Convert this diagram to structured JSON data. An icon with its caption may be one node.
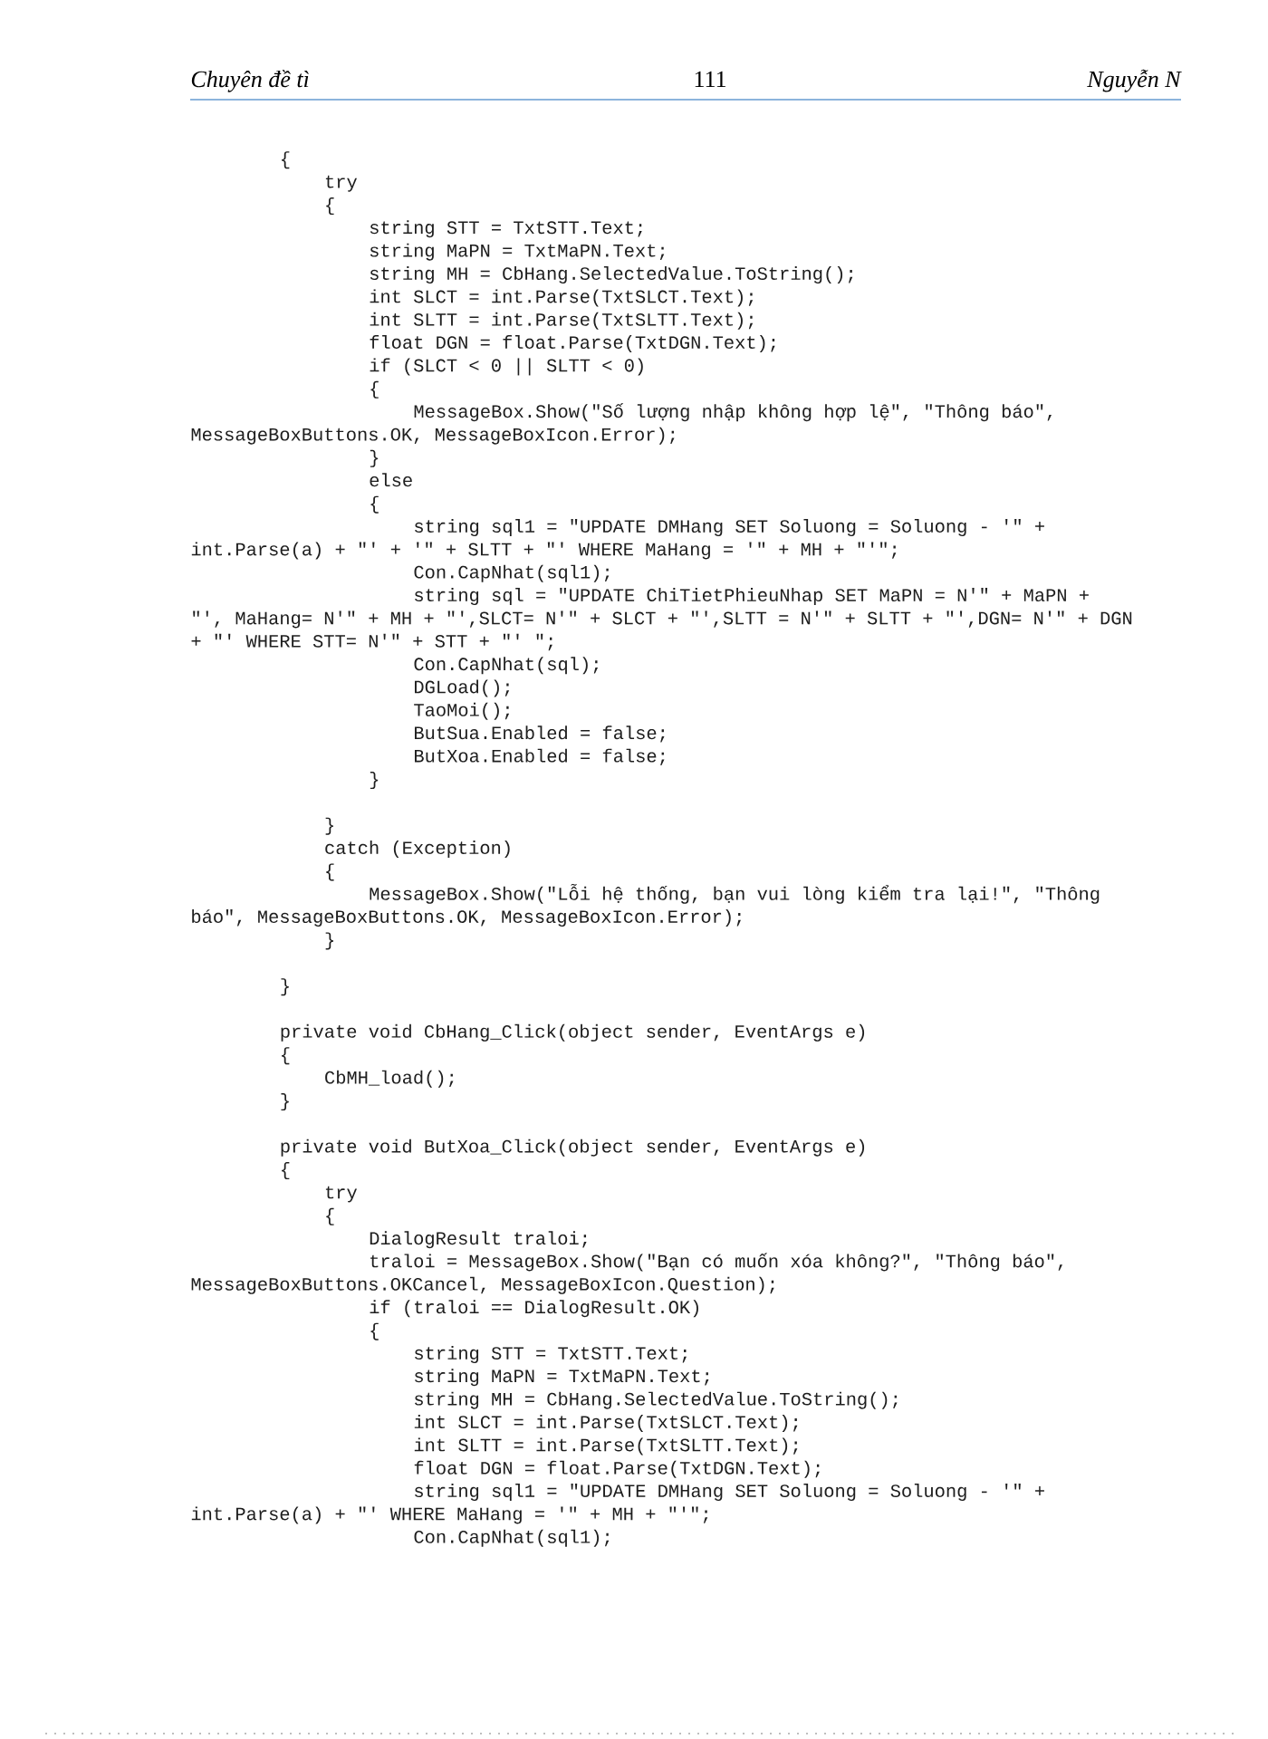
{
  "diagram": {
    "labels": [
      "Chuyên đề tì",
      "111",
      "Nguyễn N",
      "{",
      "try",
      "{",
      "string STT = TxtSTT.Text;",
      "string MaPN = TxtMaPN.Text;",
      "string MH = CbHang.SelectedValue.ToString();",
      "int SLCT = int.Parse(TxtSLCT.Text);",
      "int SLTT = int.Parse(TxtSLTT.Text);",
      "float DGN = float.Parse(TxtDGN.Text);",
      "if (SLCT < 0 || SLTT < 0)",
      "{",
      "MessageBox.Show(\"Số lượng nhập không hợp lệ\", \"Thông báo\",",
      "MessageBoxButtons.OK, MessageBoxIcon.Error);",
      "}",
      "else",
      "{",
      "string sql1 = \"UPDATE DMHang SET Soluong = Soluong - '\" +",
      "int.Parse(a) + \"' + '\" + SLTT + \"' WHERE MaHang = '\" + MH + \"'\";",
      "Con.CapNhat(sql1);",
      "string sql = \"UPDATE ChiTietPhieuNhap SET MaPN = N'\" + MaPN +",
      "\"', MaHang= N'\" + MH + \"',SLCT= N'\" + SLCT + \"',SLTT = N'\" + SLTT + \"',DGN= N'\" + DGN",
      "+ \"' WHERE STT= N'\" + STT + \"' \";",
      "Con.CapNhat(sql);",
      "DGLoad();",
      "TaoMoi();",
      "ButSua.Enabled = false;",
      "ButXoa.Enabled = false;",
      "}",
      "}",
      "catch (Exception)",
      "{",
      "MessageBox.Show(\"Lỗi hệ thống, bạn vui lòng kiểm tra lại!\", \"Thông",
      "báo\", MessageBoxButtons.OK, MessageBoxIcon.Error);",
      "}",
      "}",
      "private void CbHang_Click(object sender, EventArgs e)",
      "{",
      "CbMH_load();",
      "}",
      "private void ButXoa_Click(object sender, EventArgs e)",
      "{",
      "try",
      "{",
      "DialogResult traloi;",
      "traloi = MessageBox.Show(\"Bạn có muốn xóa không?\", \"Thông báo\",",
      "MessageBoxButtons.OKCancel, MessageBoxIcon.Question);",
      "if (traloi == DialogResult.OK)",
      "{",
      "string STT = TxtSTT.Text;",
      "string MaPN = TxtMaPN.Text;",
      "string MH = CbHang.SelectedValue.ToString();",
      "int SLCT = int.Parse(TxtSLCT.Text);",
      "int SLTT = int.Parse(TxtSLTT.Text);",
      "float DGN = float.Parse(TxtDGN.Text);",
      "string sql1 = \"UPDATE DMHang SET Soluong = Soluong - '\" +",
      "int.Parse(a) + \"' WHERE MaHang = '\" + MH + \"'\";",
      "Con.CapNhat(sql1);"
    ]
  }
}
